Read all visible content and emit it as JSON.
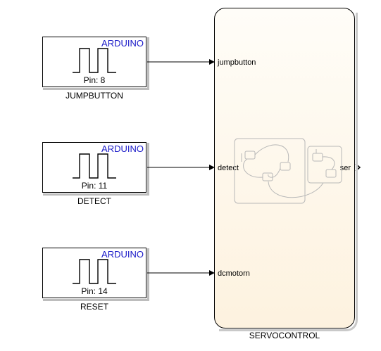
{
  "blocks": [
    {
      "brand": "ARDUINO",
      "pin": "Pin: 8",
      "title": "JUMPBUTTON"
    },
    {
      "brand": "ARDUINO",
      "pin": "Pin: 11",
      "title": "DETECT"
    },
    {
      "brand": "ARDUINO",
      "pin": "Pin: 14",
      "title": "RESET"
    }
  ],
  "chart": {
    "title": "SERVOCONTROL",
    "inputs": [
      "jumpbutton",
      "detect",
      "dcmotorn"
    ],
    "output": "ser"
  },
  "colors": {
    "brand_text": "#1a1ac8",
    "chart_fill_top": "#fffdf8",
    "chart_fill_bottom": "#fdf2df",
    "wire": "#000000"
  }
}
